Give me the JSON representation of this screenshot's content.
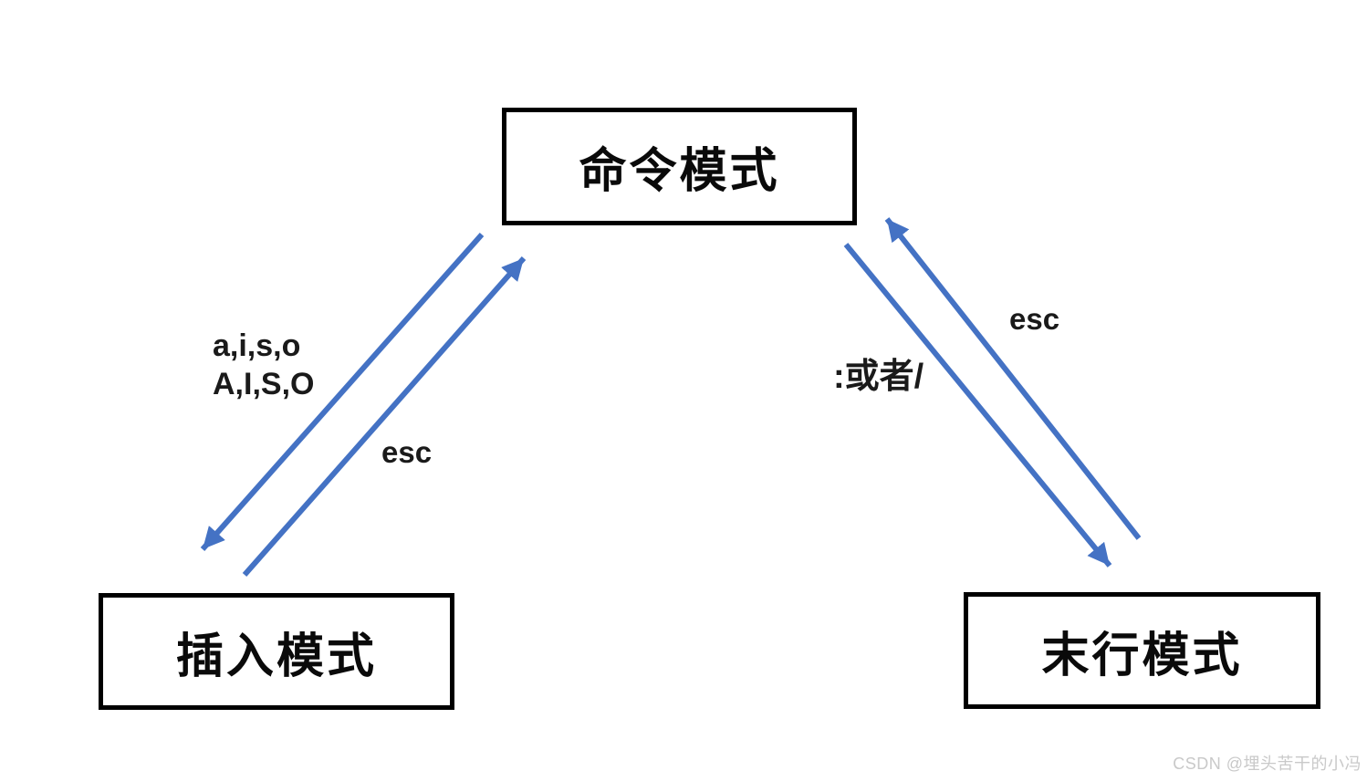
{
  "diagram": {
    "title": "vim-mode-transition-diagram",
    "nodes": {
      "command": {
        "label": "命令模式"
      },
      "insert": {
        "label": "插入模式"
      },
      "lastline": {
        "label": "末行模式"
      }
    },
    "edges": {
      "command_to_insert": {
        "from": "命令模式",
        "to": "插入模式",
        "label_line1": "a,i,s,o",
        "label_line2": "A,I,S,O"
      },
      "insert_to_command": {
        "from": "插入模式",
        "to": "命令模式",
        "label": "esc"
      },
      "lastline_to_command": {
        "from": "末行模式",
        "to": "命令模式",
        "label": "esc"
      },
      "command_to_lastline": {
        "from": "命令模式",
        "to": "末行模式",
        "label": ":或者/"
      }
    },
    "colors": {
      "arrow": "#4472C4",
      "box_border": "#000000",
      "text": "#000000",
      "watermark": "#c9c9c9"
    }
  },
  "watermark": {
    "text": "CSDN @埋头苦干的小冯"
  }
}
